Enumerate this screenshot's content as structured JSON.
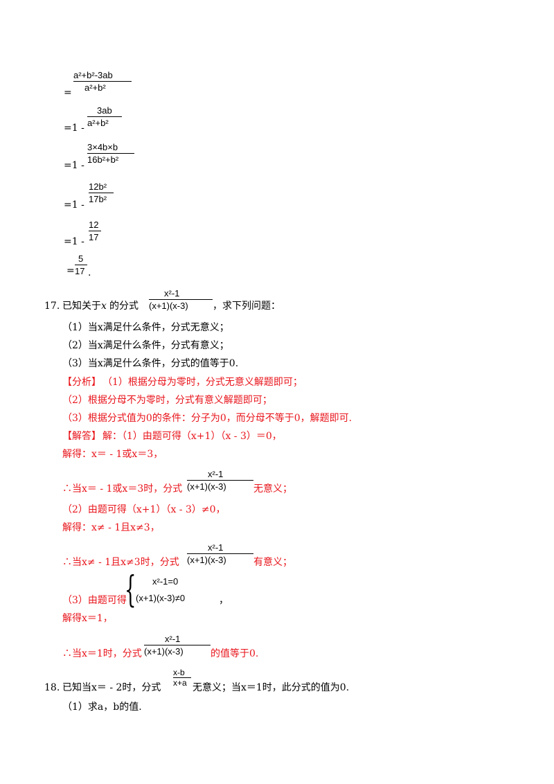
{
  "derivation": {
    "l1": {
      "prefix": "=",
      "num": "a²+b²-3ab",
      "den": "a²+b²"
    },
    "l2": {
      "prefix": "=1 - ",
      "num": "3ab",
      "den": "a²+b²"
    },
    "l3": {
      "prefix": "=1 - ",
      "num": "3×4b×b",
      "den": "16b²+b²"
    },
    "l4": {
      "prefix": "=1 - ",
      "num": "12b²",
      "den": "17b²"
    },
    "l5": {
      "prefix": "=1 - ",
      "num": "12",
      "den": "17"
    },
    "l6": {
      "prefix": "=",
      "num": "5",
      "den": "17",
      "suffix": "."
    }
  },
  "q17": {
    "number": "17.",
    "stem_a": "已知关于",
    "stem_b": "的分式",
    "stem_c": "，求下列问题：",
    "frac_num": "x²-1",
    "frac_den": "(x+1)(x-3)",
    "var": "x",
    "sub1": "（1）当x满足什么条件，分式无意义；",
    "sub2": "（2）当x满足什么条件，分式有意义；",
    "sub3": "（3）当x满足什么条件，分式的值等于0."
  },
  "analysis": {
    "tag": "【分析】",
    "a1": "（1）根据分母为零时，分式无意义解题即可；",
    "a2": "（2）根据分母不为零时，分式有意义解题即可；",
    "a3": "（3）根据分式值为0的条件：分子为0，而分母不等于0，解题即可."
  },
  "answer": {
    "tag": "【解答】",
    "s1": "解：（1）由题可得（x+1）（x - 3）＝0，",
    "s2": "解得：x＝ - 1或x＝3，",
    "s3a": "∴当x＝ - 1或x＝3时，分式",
    "s3b": "无意义；",
    "s4": "（2）由题可得（x+1）（x - 3）≠0，",
    "s5": "解得：x≠ - 1且x≠3，",
    "s6a": "∴当x≠ - 1且x≠3时，分式",
    "s6b": "有意义；",
    "s7a": "（3）由题可得",
    "sys1": "x²-1=0",
    "sys2": "(x+1)(x-3)≠0",
    "s7b": "，",
    "s8": "解得x＝1，",
    "s9a": "∴当x＝1时，分式",
    "s9b": "的值等于0.",
    "frac_num": "x²-1",
    "frac_den": "(x+1)(x-3)"
  },
  "q18": {
    "number": "18.",
    "stem_a": "已知当x＝ - 2时，分式",
    "frac_num": "x-b",
    "frac_den": "x+a",
    "stem_b": "无意义；当x＝1时，此分式的值为0.",
    "sub1": "（1）求a，b的值."
  },
  "colors": {
    "answer_red": "#e8141b"
  }
}
